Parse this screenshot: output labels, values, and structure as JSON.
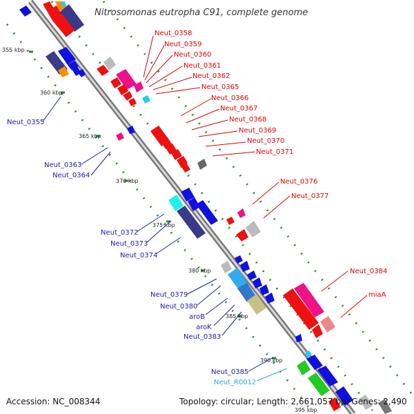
{
  "title": "Nitrosomonas eutropha C91, complete genome",
  "accession": "Accession: NC_008344",
  "summary": "Topology: circular; Length: 2,661,057 bp; Genes: 2,490",
  "ticks": [
    "355 kbp",
    "360 kbp",
    "365 kbp",
    "370 kbp",
    "375 kbp",
    "380 kbp",
    "385 kbp",
    "390 kbp",
    "395 kbp"
  ],
  "labels_right": [
    "Neut_0358",
    "Neut_0359",
    "Neut_0360",
    "Neut_0361",
    "Neut_0362",
    "Neut_0365",
    "Neut_0366",
    "Neut_0367",
    "Neut_0368",
    "Neut_0369",
    "Neut_0370",
    "Neut_0371",
    "Neut_0376",
    "Neut_0377",
    "Neut_0384",
    "miaA"
  ],
  "labels_left": [
    "Neut_0355",
    "Neut_0363",
    "Neut_0364",
    "Neut_0372",
    "Neut_0373",
    "Neut_0374",
    "Neut_0379",
    "Neut_0380",
    "aroB",
    "aroK",
    "Neut_0383",
    "Neut_0385",
    "Neut_R0012"
  ],
  "colors": {
    "backbone": "#999999",
    "label_red": "#dd0000",
    "label_blue": "#1a1aa6",
    "label_cyan": "#22aadd",
    "tick_dot": "#2a8a2a"
  }
}
